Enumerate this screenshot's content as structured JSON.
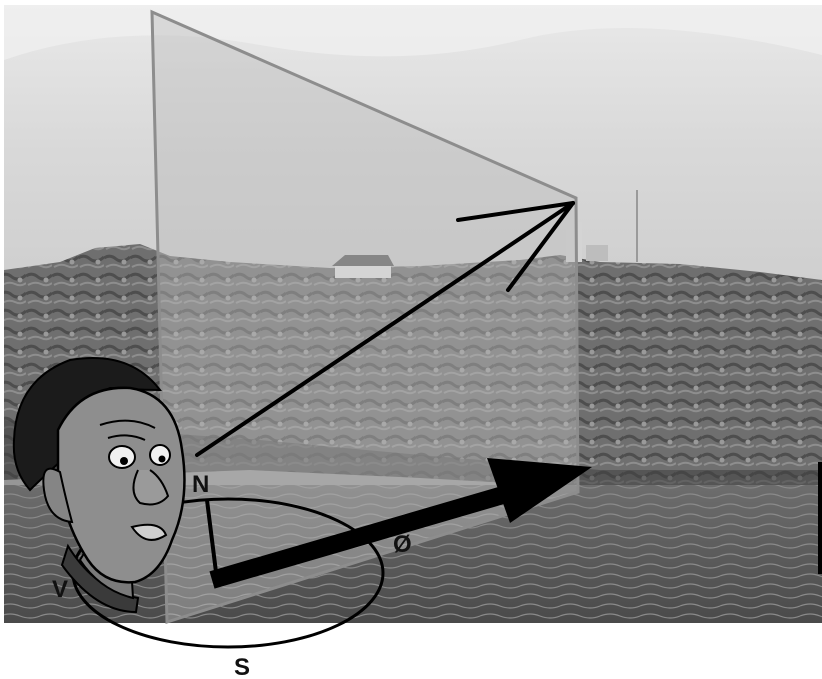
{
  "compass": {
    "north": "N",
    "east": "Ø",
    "south": "S",
    "west": "V"
  }
}
